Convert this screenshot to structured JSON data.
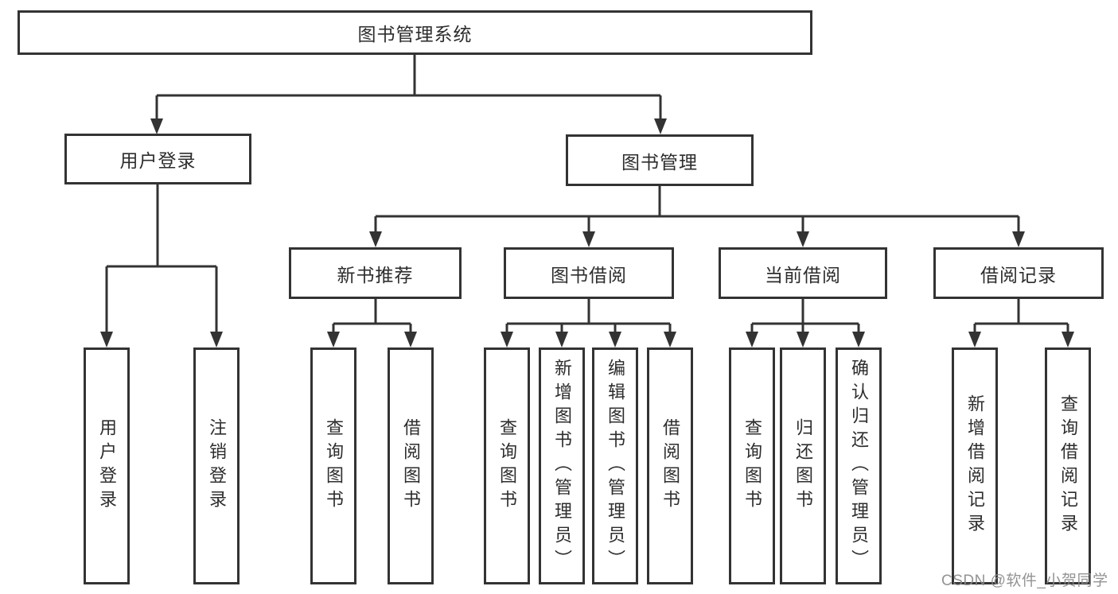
{
  "diagram": {
    "root_label": "图书管理系统",
    "branches": [
      {
        "label": "用户登录",
        "leaves": [
          "用户登录",
          "注销登录"
        ]
      },
      {
        "label": "图书管理",
        "sections": [
          {
            "label": "新书推荐",
            "leaves": [
              "查询图书",
              "借阅图书"
            ]
          },
          {
            "label": "图书借阅",
            "leaves": [
              "查询图书",
              "新增图书（管理员）",
              "编辑图书（管理员）",
              "借阅图书"
            ]
          },
          {
            "label": "当前借阅",
            "leaves": [
              "查询图书",
              "归还图书",
              "确认归还（管理员）"
            ]
          },
          {
            "label": "借阅记录",
            "leaves": [
              "新增借阅记录",
              "查询借阅记录"
            ]
          }
        ]
      }
    ]
  },
  "watermark": {
    "text": "CSDN @软件_小贺同学"
  },
  "colors": {
    "line": "#333333",
    "text": "#2d2d2d",
    "background": "#ffffff",
    "watermark": "#8a8a8a"
  }
}
